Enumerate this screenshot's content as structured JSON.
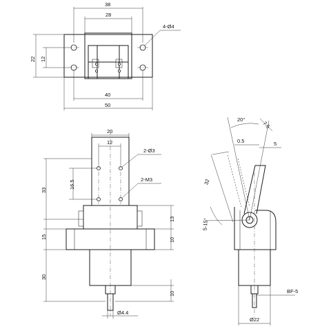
{
  "top_view": {
    "dim_overall_top": "38",
    "dim_inner_top": "28",
    "dim_height_outer": "22",
    "dim_height_inner": "12",
    "dim_hole_span": "40",
    "dim_overall_bottom": "50",
    "callout_holes": "4-Ø4"
  },
  "front_view": {
    "dim_width_outer": "20",
    "dim_width_inner": "12",
    "dim_vertical_holes": "16.5",
    "dim_height_upper": "33",
    "dim_flange": "15",
    "dim_lower": "30",
    "dim_right_13": "13",
    "dim_right_10": "10",
    "dim_shaft_len": "10",
    "dim_shaft_dia": "Ø4.4",
    "callout_pin_holes": "2-Ø3",
    "callout_threads": "2-M3"
  },
  "side_view": {
    "angle_top": "20°",
    "dim_7_5": "7.5",
    "dim_0_5": "0.5",
    "dim_5": "5",
    "dim_32": "32",
    "angle_5_15": "5-15°",
    "callout_bf": "BF-5",
    "dim_body_dia": "Ø22"
  }
}
